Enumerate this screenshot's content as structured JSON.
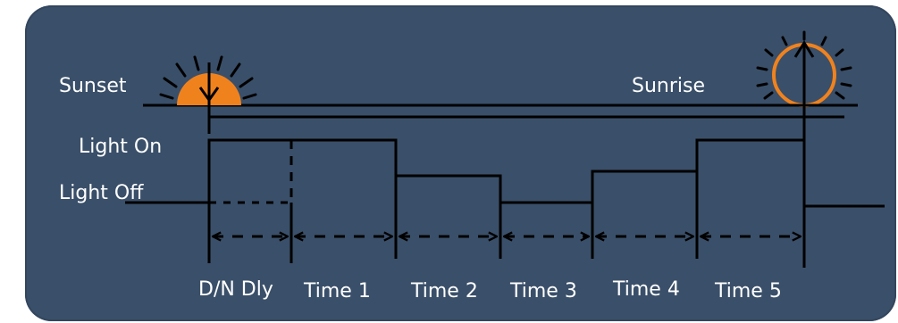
{
  "labels": {
    "sunset": "Sunset",
    "sunrise": "Sunrise",
    "light_on": "Light On",
    "light_off": "Light Off"
  },
  "intervals": [
    "D/N Dly",
    "Time 1",
    "Time 2",
    "Time 3",
    "Time 4",
    "Time 5"
  ],
  "colors": {
    "panel": "#3a4f69",
    "line": "#000000",
    "sun": "#f0821e",
    "text": "#ffffff"
  },
  "icons": {
    "sunset": "setting-sun-with-down-arrow-icon",
    "sunrise": "rising-sun-with-up-arrow-icon"
  }
}
